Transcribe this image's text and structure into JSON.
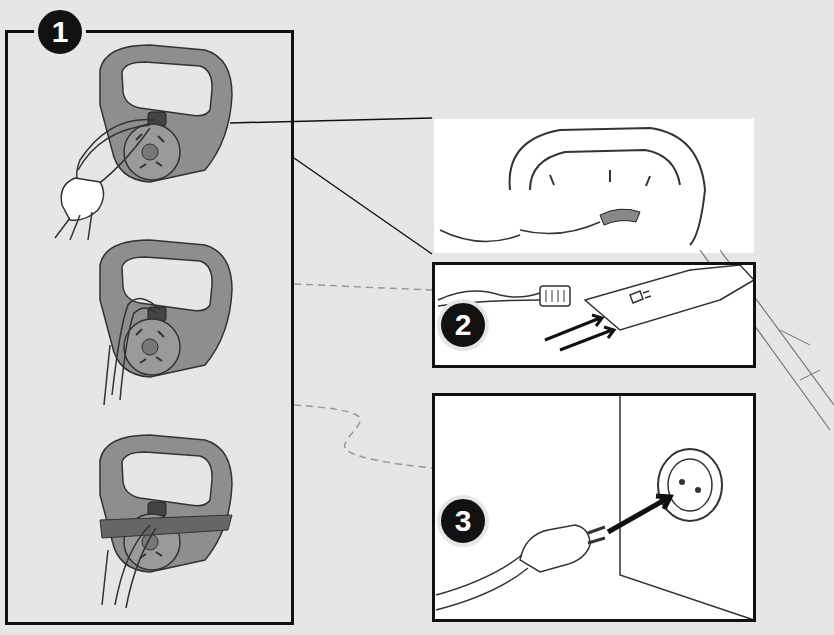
{
  "diagram": {
    "nodes": [
      {
        "text": [
          "1"
        ]
      },
      {
        "text": [
          "2"
        ]
      },
      {
        "text": [
          "3"
        ]
      }
    ],
    "edges": [
      {
        "from": 0,
        "to": 1,
        "arrow": "none"
      },
      {
        "from": 0,
        "to": 2,
        "arrow": "none"
      }
    ]
  }
}
